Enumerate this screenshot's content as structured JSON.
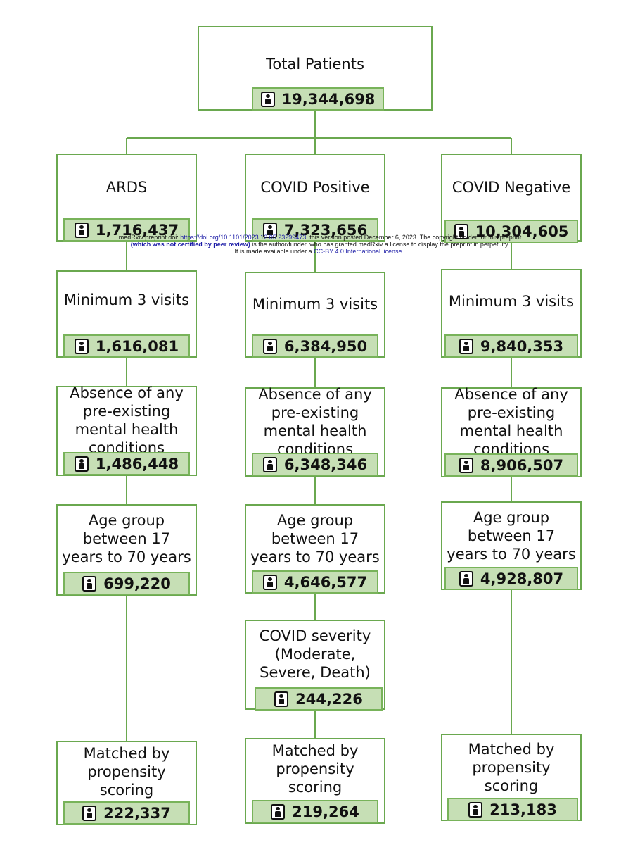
{
  "nodes": {
    "root": {
      "label": "Total Patients",
      "count": "19,344,698"
    },
    "ards": {
      "label": "ARDS",
      "count": "1,716,437"
    },
    "covid_pos": {
      "label": "COVID Positive",
      "count": "7,323,656"
    },
    "covid_neg": {
      "label": "COVID Negative",
      "count": "10,304,605"
    },
    "ards_visits": {
      "label": "Minimum 3 visits",
      "count": "1,616,081"
    },
    "pos_visits": {
      "label": "Minimum 3 visits",
      "count": "6,384,950"
    },
    "neg_visits": {
      "label": "Minimum 3 visits",
      "count": "9,840,353"
    },
    "ards_mh": {
      "label": "Absence of any pre-existing mental health conditions",
      "count": "1,486,448"
    },
    "pos_mh": {
      "label": "Absence of any pre-existing mental health conditions",
      "count": "6,348,346"
    },
    "neg_mh": {
      "label": "Absence of any pre-existing mental health conditions",
      "count": "8,906,507"
    },
    "ards_age": {
      "label": "Age group between 17 years to 70 years",
      "count": "699,220"
    },
    "pos_age": {
      "label": "Age group between 17 years to 70 years",
      "count": "4,646,577"
    },
    "neg_age": {
      "label": "Age group between 17 years to 70 years",
      "count": "4,928,807"
    },
    "pos_severity": {
      "label": "COVID severity (Moderate, Severe, Death)",
      "count": "244,226"
    },
    "ards_matched": {
      "label": "Matched by propensity scoring",
      "count": "222,337"
    },
    "pos_matched": {
      "label": "Matched by propensity scoring",
      "count": "219,264"
    },
    "neg_matched": {
      "label": "Matched by propensity scoring",
      "count": "213,183"
    }
  },
  "overlay": {
    "line1_prefix": "medRxiv preprint doi: ",
    "line1_link": "https://doi.org/10.1101/2023.12.05.23299473",
    "line1_suffix": "; this version posted December 6, 2023. The copyright holder for this preprint",
    "line2_bold": "(which was not certified by peer review)",
    "line2_rest": " is the author/funder, who has granted medRxiv a license to display the preprint in perpetuity.",
    "line3_prefix": "It is made available under a ",
    "line3_link": "CC-BY 4.0 International license",
    "line3_suffix": " ."
  },
  "colors": {
    "border": "#6aa84f",
    "count_fill": "#c6dfb5",
    "link": "#1a1aa6"
  },
  "icons": {
    "count_icon": "person-icon"
  }
}
